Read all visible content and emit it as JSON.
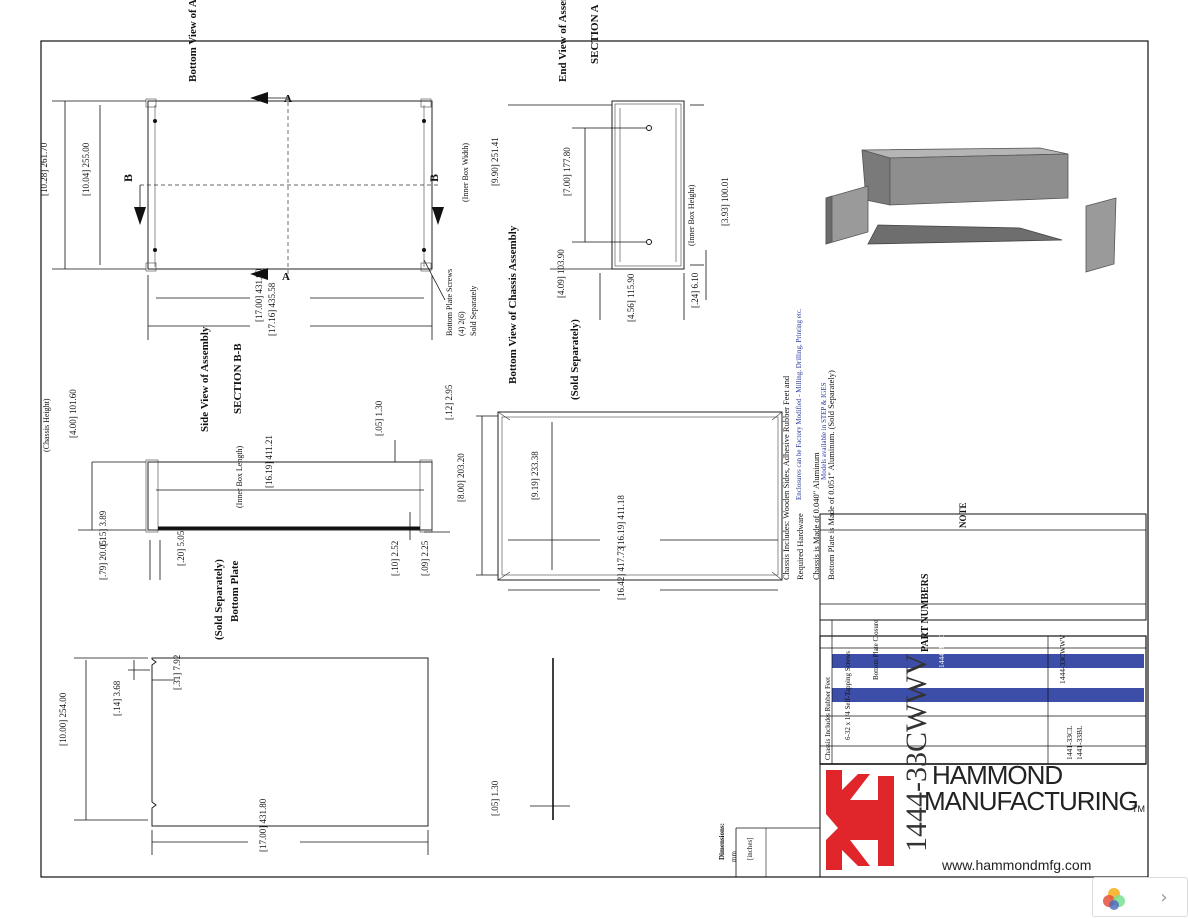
{
  "views": {
    "bottom_view_assembly": "Bottom View of Assembly",
    "end_view_chassis": "End View of Assembly",
    "section_a": "SECTION A",
    "side_view_assembly": "Side View of Assembly",
    "section_bb": "SECTION B-B",
    "bottom_view_chassis": "Bottom View of Chassis Assembly",
    "sold_separately_chassis": "(Sold Separately)",
    "sold_separately_plate": "(Sold Separately)",
    "bottom_plate": "Bottom Plate"
  },
  "section_markers": {
    "a": "A",
    "b": "B"
  },
  "callouts": {
    "inner_box_width": "(Inner Box Width)",
    "inner_box_height": "(Inner Box Height)",
    "inner_box_length": "(Inner Box Length)",
    "chassis_height": "(Chassis Height)",
    "bottom_plate_screws": "Bottom Plate Screws",
    "screw_qty": "(4) 2(6)",
    "screw_sold": "Sold Separately"
  },
  "dimensions": {
    "d1": "[10.28] 261.70",
    "d2": "[10.04] 255.00",
    "d3": "[17.00] 431.80",
    "d4": "[17.16] 435.58",
    "d5": "[9.90] 251.41",
    "d6": "[7.00] 177.80",
    "d7": "[3.93] 100.01",
    "d8": "[4.09] 103.90",
    "d9": "[4.56] 115.90",
    "d10": "[.24] 6.10",
    "d11": "[4.00] 101.60",
    "d12": "[16.19] 411.21",
    "d13": "[.05] 1.30",
    "d14": "[.12] 2.95",
    "d15": "[8.00] 203.20",
    "d16": "[9.19] 233.38",
    "d17": "[16.19] 411.18",
    "d18": "[16.42] 417.73",
    "d19": "[.79] 20.05",
    "d20": "[.15] 3.89",
    "d21": "[.20] 5.05",
    "d22": "[.10] 2.52",
    "d23": "[.09] 2.25",
    "d24": "[10.00] 254.00",
    "d25": "[.14] 3.68",
    "d26": "[.31] 7.92",
    "d27": "[17.00] 431.80",
    "d28": "[.05] 1.30"
  },
  "notes": {
    "heading": "NOTE",
    "n1": "Chassis Includes: Wooden Sides, Adhesive Rubber Feet and",
    "n2": "Required Hardware",
    "n3": "Enclosures can be Factory Modified - Milling, Drilling, Printing etc.",
    "n4": "Chassis is Made of 0.040\" Aluminum",
    "n5": "Models available in STEP & IGES",
    "n6": "Bottom Plate is Made of 0.051\" Aluminum. (Sold Separately)"
  },
  "part_numbers": {
    "heading": "PART NUMBERS",
    "headers": [
      "Chassis Includes Rubber Feet",
      "6-32 x 1/4 Self-Tapping Screws",
      "Bottom Plate Closure"
    ],
    "row1": "1444-33CWWV",
    "row2": "1444-33COR",
    "row3": "1441-33CL",
    "row4": "1441-33BL"
  },
  "title_block": {
    "part_title": "1444-33CWWV",
    "brand_line1": "HAMMOND",
    "brand_line2": "MANUFACTURING",
    "trademark": "TM",
    "website": "www.hammondmfg.com",
    "dimensions_label": "Dimensions:",
    "units_mm": "mm",
    "units_inches": "[inches]"
  },
  "colors": {
    "accent_band": "#3c4ea8",
    "logo_red": "#e0262b",
    "enclosure_gray": "#8a8a8a"
  },
  "widget": {
    "logo_icon": "pinwheel-icon",
    "next_icon": "chevron-right-icon",
    "next_label": "›"
  }
}
